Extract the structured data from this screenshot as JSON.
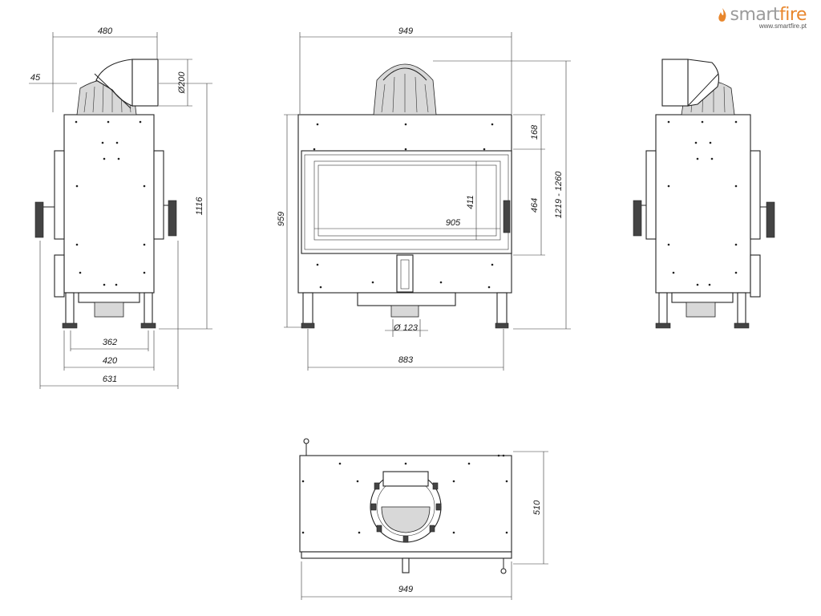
{
  "brand": {
    "name_part1": "smart",
    "name_part2": "fire",
    "url": "www.smartfire.pt",
    "accent_color": "#e8862c",
    "text_color": "#9b9b9b",
    "logo_icon": "flame-icon"
  },
  "side_view_left": {
    "dims": {
      "top_depth": "480",
      "offset": "45",
      "flue_diameter": "Ø200",
      "height": "1116",
      "legs_inner": "362",
      "legs_outer": "420",
      "total_depth": "631"
    }
  },
  "front_view": {
    "dims": {
      "width": "949",
      "top_band": "168",
      "glass_height": "411",
      "glass_width": "905",
      "door_height": "464",
      "total_height": "1219 - 1260",
      "body_height": "959",
      "air_inlet": "Ø 123",
      "legs_span": "883"
    }
  },
  "top_view": {
    "dims": {
      "depth": "510",
      "width": "949"
    }
  }
}
